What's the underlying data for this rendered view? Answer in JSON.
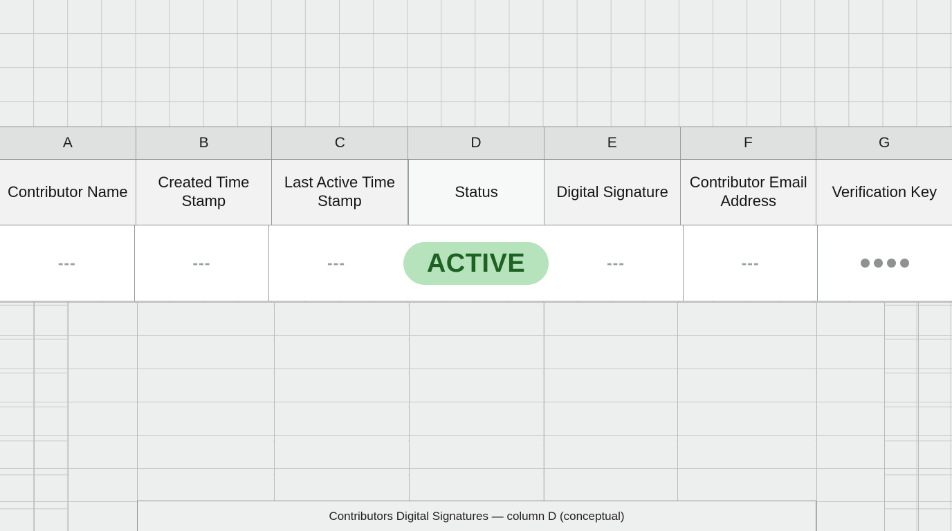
{
  "spreadsheet": {
    "column_letters": [
      "A",
      "B",
      "C",
      "D",
      "E",
      "F",
      "G"
    ],
    "field_headers": [
      "Contributor Name",
      "Created Time Stamp",
      "Last Active Time Stamp",
      "Status",
      "Digital Signature",
      "Contributor Email Address",
      "Verification Key"
    ],
    "data_row": [
      {
        "kind": "dashes",
        "value": "---"
      },
      {
        "kind": "dashes",
        "value": "---"
      },
      {
        "kind": "dashes",
        "value": "---"
      },
      {
        "kind": "badge",
        "value": "ACTIVE"
      },
      {
        "kind": "dashes",
        "value": "---"
      },
      {
        "kind": "dashes",
        "value": "---"
      },
      {
        "kind": "dots",
        "value": "●●●●"
      }
    ],
    "highlighted_column": "D"
  },
  "caption": {
    "text": "Contributors Digital Signatures — column D (conceptual)"
  },
  "colors": {
    "badge_background": "#b6e3bb",
    "badge_text": "#1d6123",
    "letter_header_background": "#dfe0e0",
    "field_header_background": "#f2f2f2",
    "data_row_background": "#ffffff",
    "page_background": "#ecefee",
    "grid_line": "#c6c9c8",
    "table_border": "#8c8f8e",
    "placeholder_gray": "#9a9d9c"
  }
}
